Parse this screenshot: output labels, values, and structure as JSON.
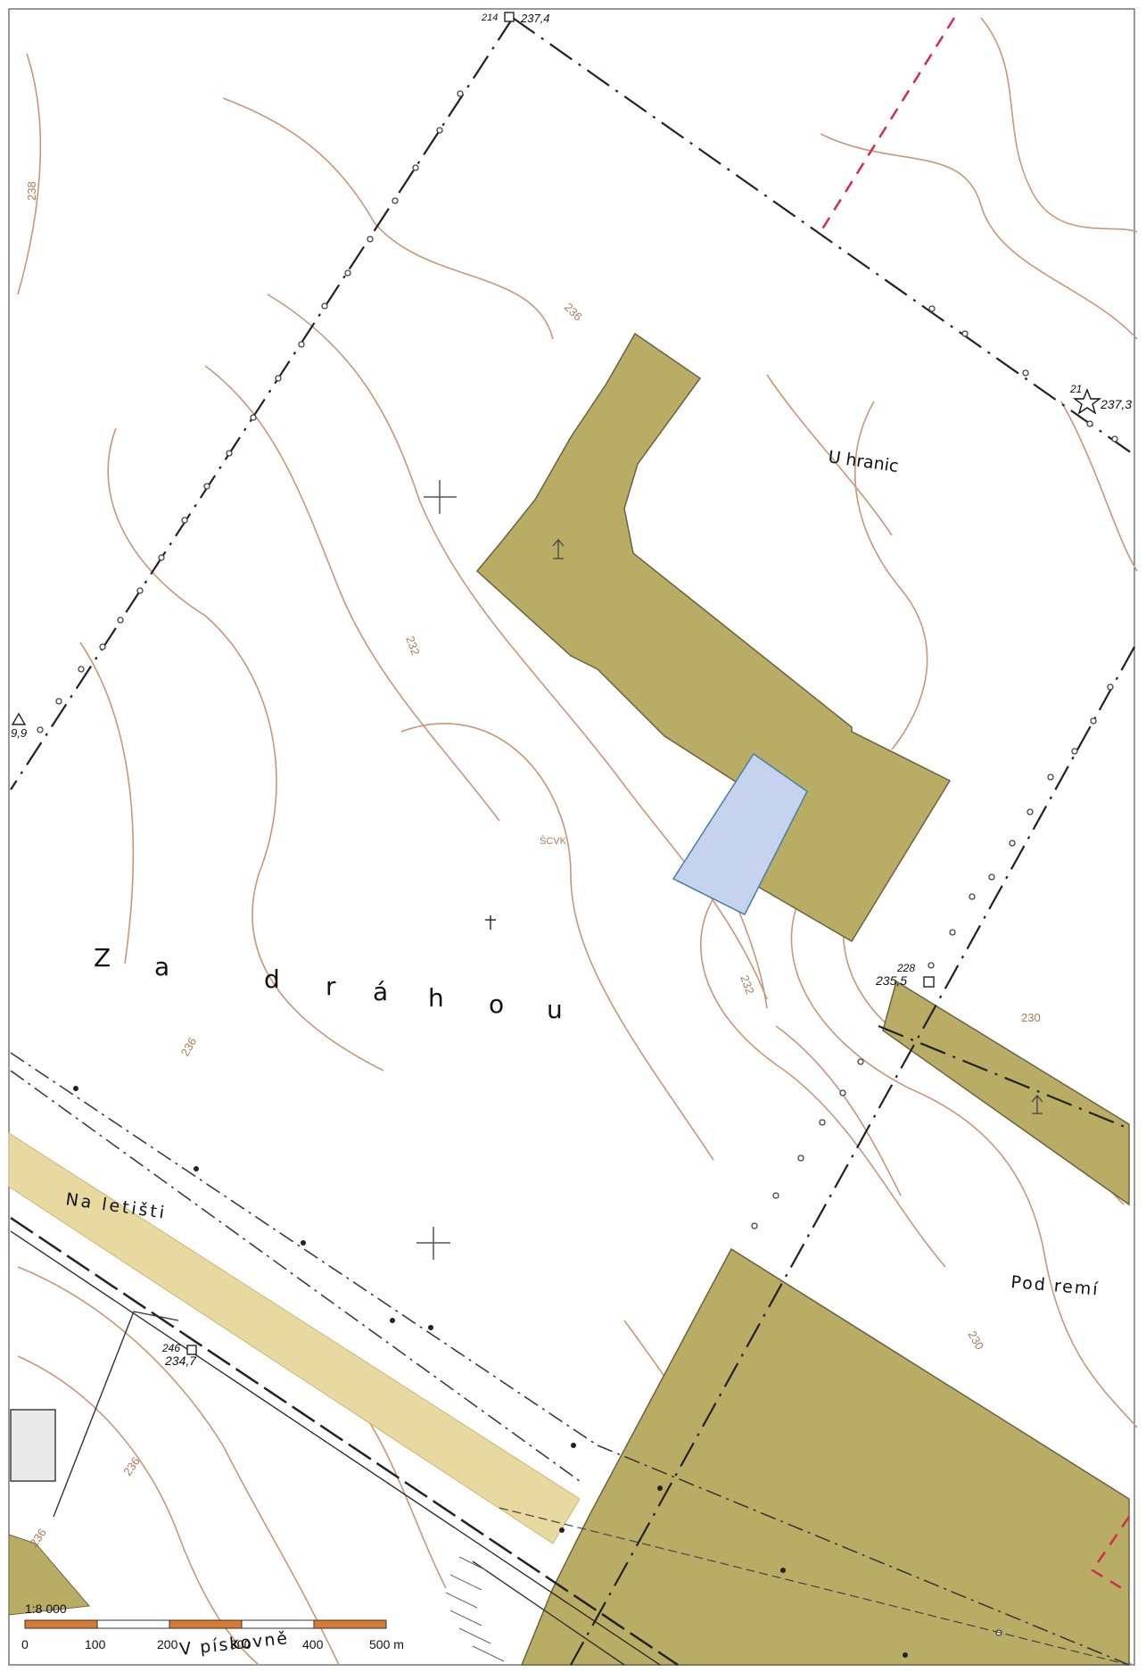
{
  "map": {
    "locality_labels": {
      "u_hranic": "U hranic",
      "za_drahou": [
        "Z",
        "a",
        "d",
        "r",
        "á",
        "h",
        "o",
        "u"
      ],
      "na_letisti": "Na letišti",
      "pod_remi": "Pod remí",
      "v_piskovne": "V pískovně",
      "faint_center": "ŠCVK"
    },
    "survey_points": {
      "top_number": "214",
      "top_height": "237,4",
      "star_number": "21",
      "star_height": "237,3",
      "triangle_height": "9,9",
      "mid_right_number": "228",
      "mid_right_height": "235,5",
      "bottom_left_number": "246",
      "bottom_left_height": "234,7"
    },
    "contour_labels": [
      "238",
      "236",
      "232",
      "236",
      "232",
      "230",
      "236",
      "230",
      "236"
    ],
    "scale": {
      "ratio": "1:8 000",
      "ticks": [
        "0",
        "100",
        "200",
        "300",
        "400",
        "500 m"
      ]
    },
    "colors": {
      "forest": "#b9ad66",
      "field_light": "#e8d9a0",
      "water": "#c6d3ef",
      "contour": "#c9967a",
      "boundary_red": "#d12d4a",
      "scale_orange": "#d87a32"
    }
  }
}
